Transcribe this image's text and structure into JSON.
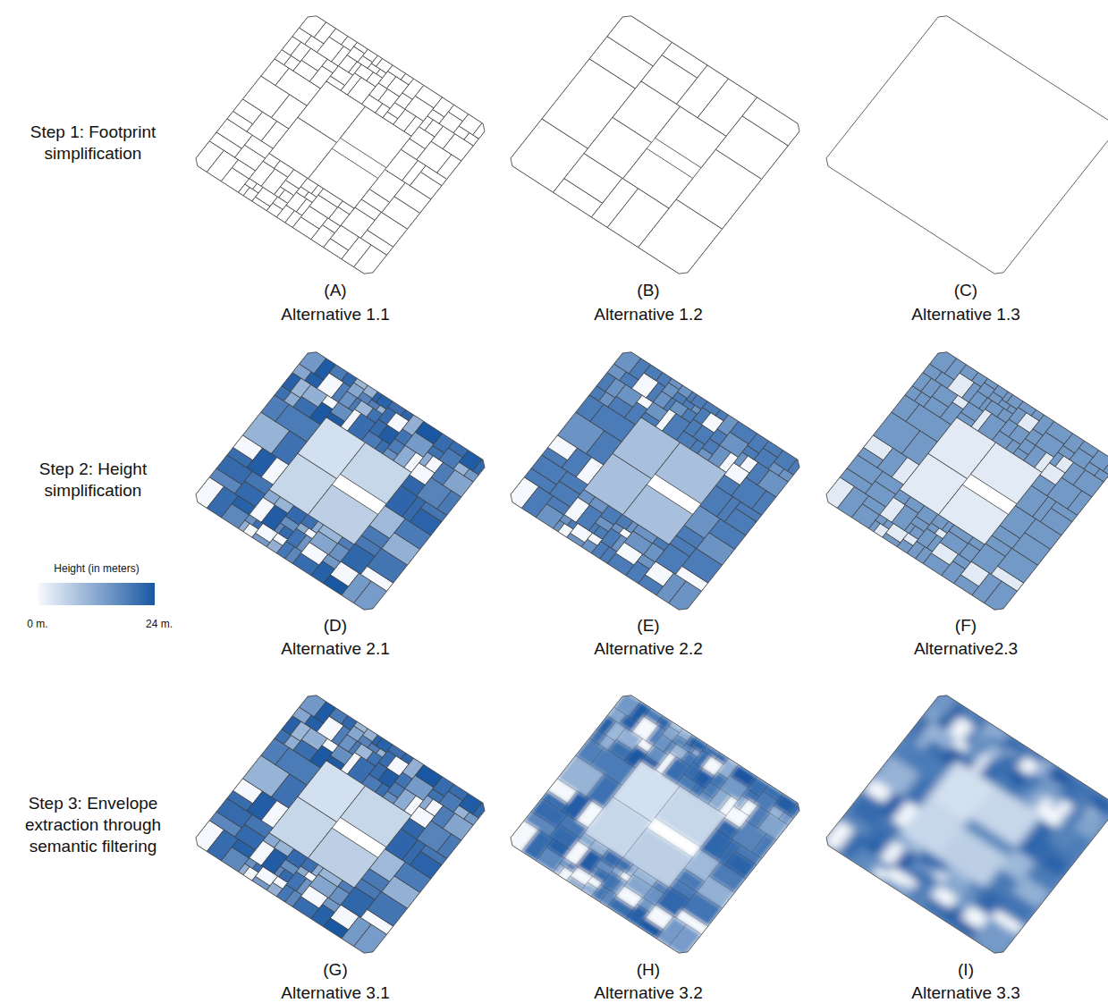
{
  "diagram": {
    "labels": [
      "Step 1: Footprint simplification",
      "(A)",
      "Alternative 1.1",
      "(B)",
      "Alternative 1.2",
      "(C)",
      "Alternative 1.3",
      "Step 2: Height simplification",
      "Height (in meters)",
      "0 m.",
      "24 m.",
      "(D)",
      "Alternative 2.1",
      "(E)",
      "Alternative 2.2",
      "(F)",
      "Alternative2.3",
      "Step 3: Envelope extraction through semantic filtering",
      "(G)",
      "Alternative 3.1",
      "(H)",
      "Alternative 3.2",
      "(I)",
      "Alternative 3.3"
    ]
  }
}
